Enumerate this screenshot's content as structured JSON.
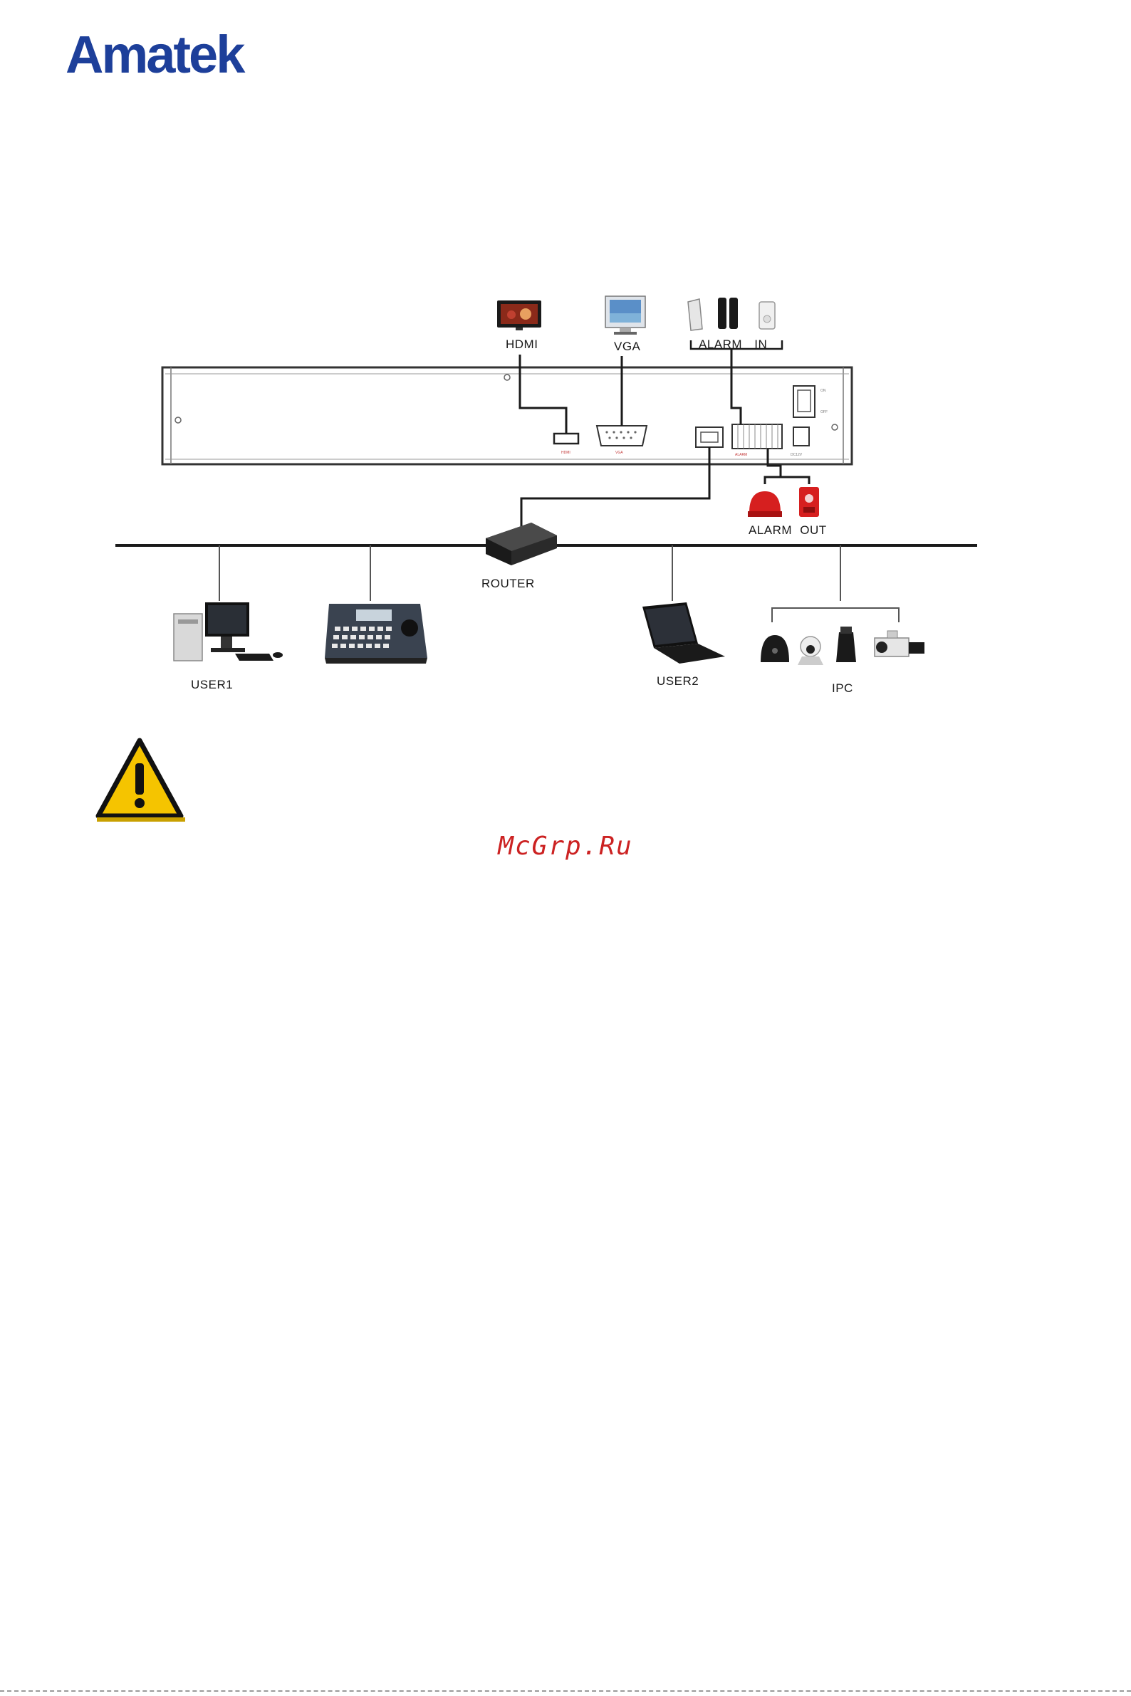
{
  "brand": {
    "logo_text": "Amatek"
  },
  "diagram": {
    "labels": {
      "hdmi": "HDMI",
      "vga": "VGA",
      "alarm_in": "ALARM IN",
      "alarm_out": "ALARM OUT",
      "router": "ROUTER",
      "user1": "USER1",
      "user2": "USER2",
      "ipc": "IPC"
    }
  },
  "watermark": {
    "text": "McGrp.Ru"
  },
  "colors": {
    "brand": "#1d3f9a",
    "watermark": "#cc2222",
    "warning": "#f5c400",
    "alarm": "#d61f1f"
  },
  "icons": [
    "warning-icon"
  ]
}
